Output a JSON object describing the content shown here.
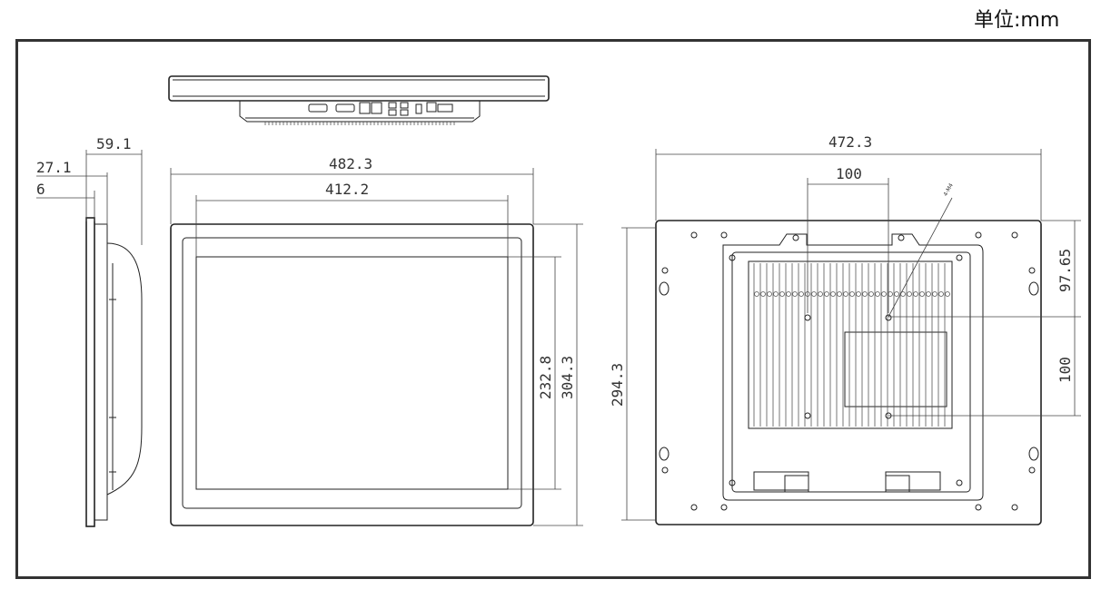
{
  "unit_label": "单位:mm",
  "dimensions": {
    "side_depth": "59.1",
    "side_body": "27.1",
    "side_bezel": "6",
    "front_width": "482.3",
    "front_display_width": "412.2",
    "front_display_height": "232.8",
    "front_height": "304.3",
    "back_width": "472.3",
    "back_vesa_h": "100",
    "back_height": "294.3",
    "back_top_offset": "97.65",
    "back_vesa_v": "100"
  },
  "callout": {
    "screw_note": "4-M4"
  }
}
